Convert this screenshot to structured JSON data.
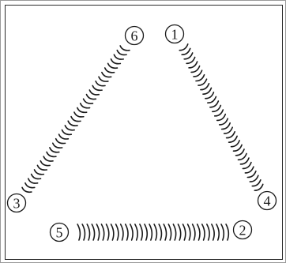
{
  "diagram": {
    "terminals": [
      {
        "id": "t1",
        "label": "1"
      },
      {
        "id": "t2",
        "label": "2"
      },
      {
        "id": "t3",
        "label": "3"
      },
      {
        "id": "t4",
        "label": "4"
      },
      {
        "id": "t5",
        "label": "5"
      },
      {
        "id": "t6",
        "label": "6"
      }
    ],
    "coils": [
      {
        "id": "coil-right",
        "from": "t1",
        "to": "t4"
      },
      {
        "id": "coil-bottom",
        "from": "t5",
        "to": "t2"
      },
      {
        "id": "coil-left",
        "from": "t6",
        "to": "t3"
      }
    ],
    "colors": {
      "ink": "#1a1a1a",
      "frame": "#2a2a2a"
    }
  }
}
